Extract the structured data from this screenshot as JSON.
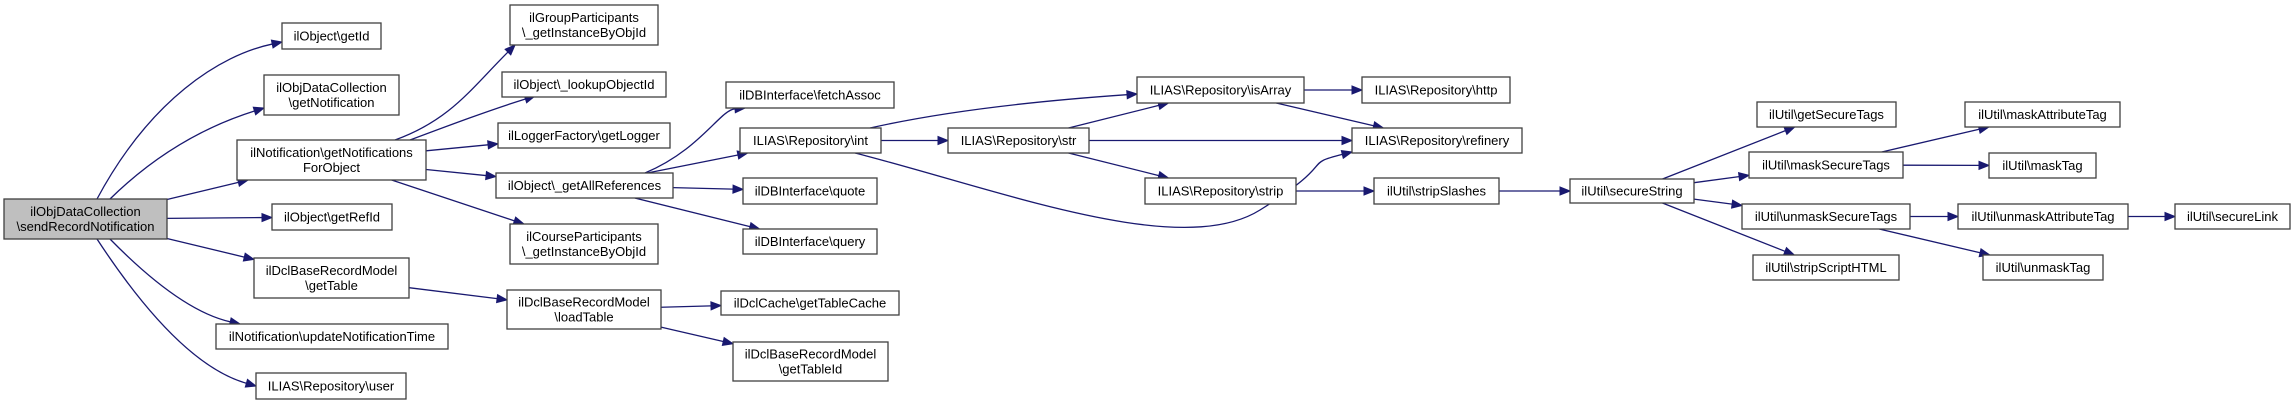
{
  "title": "Call graph of ilObjDataCollection\\sendRecordNotification",
  "colors": {
    "edge": "#191970",
    "root_fill": "#bfbfbf",
    "node_fill": "#ffffff",
    "border": "#404040"
  },
  "nodes": [
    {
      "id": "root",
      "lines": [
        "ilObjDataCollection",
        "\\sendRecordNotification"
      ],
      "root": true
    },
    {
      "id": "getId",
      "lines": [
        "ilObject\\getId"
      ]
    },
    {
      "id": "getNotification",
      "lines": [
        "ilObjDataCollection",
        "\\getNotification"
      ]
    },
    {
      "id": "getNotificationsForObject",
      "lines": [
        "ilNotification\\getNotifications",
        "ForObject"
      ]
    },
    {
      "id": "getRefId",
      "lines": [
        "ilObject\\getRefId"
      ]
    },
    {
      "id": "getTable",
      "lines": [
        "ilDclBaseRecordModel",
        "\\getTable"
      ]
    },
    {
      "id": "updateNotificationTime",
      "lines": [
        "ilNotification\\updateNotificationTime"
      ]
    },
    {
      "id": "user",
      "lines": [
        "ILIAS\\Repository\\user"
      ]
    },
    {
      "id": "grpGetInstance",
      "lines": [
        "ilGroupParticipants",
        "\\_getInstanceByObjId"
      ]
    },
    {
      "id": "lookupObjectId",
      "lines": [
        "ilObject\\_lookupObjectId"
      ]
    },
    {
      "id": "getLogger",
      "lines": [
        "ilLoggerFactory\\getLogger"
      ]
    },
    {
      "id": "getAllReferences",
      "lines": [
        "ilObject\\_getAllReferences"
      ]
    },
    {
      "id": "crsGetInstance",
      "lines": [
        "ilCourseParticipants",
        "\\_getInstanceByObjId"
      ]
    },
    {
      "id": "loadTable",
      "lines": [
        "ilDclBaseRecordModel",
        "\\loadTable"
      ]
    },
    {
      "id": "fetchAssoc",
      "lines": [
        "ilDBInterface\\fetchAssoc"
      ]
    },
    {
      "id": "int",
      "lines": [
        "ILIAS\\Repository\\int"
      ]
    },
    {
      "id": "quote",
      "lines": [
        "ilDBInterface\\quote"
      ]
    },
    {
      "id": "query",
      "lines": [
        "ilDBInterface\\query"
      ]
    },
    {
      "id": "getTableCache",
      "lines": [
        "ilDclCache\\getTableCache"
      ]
    },
    {
      "id": "getTableId",
      "lines": [
        "ilDclBaseRecordModel",
        "\\getTableId"
      ]
    },
    {
      "id": "str",
      "lines": [
        "ILIAS\\Repository\\str"
      ]
    },
    {
      "id": "isArray",
      "lines": [
        "ILIAS\\Repository\\isArray"
      ]
    },
    {
      "id": "http",
      "lines": [
        "ILIAS\\Repository\\http"
      ]
    },
    {
      "id": "refinery",
      "lines": [
        "ILIAS\\Repository\\refinery"
      ]
    },
    {
      "id": "strip",
      "lines": [
        "ILIAS\\Repository\\strip"
      ]
    },
    {
      "id": "stripSlashes",
      "lines": [
        "ilUtil\\stripSlashes"
      ]
    },
    {
      "id": "secureString",
      "lines": [
        "ilUtil\\secureString"
      ]
    },
    {
      "id": "getSecureTags",
      "lines": [
        "ilUtil\\getSecureTags"
      ]
    },
    {
      "id": "maskSecureTags",
      "lines": [
        "ilUtil\\maskSecureTags"
      ]
    },
    {
      "id": "unmaskSecureTags",
      "lines": [
        "ilUtil\\unmaskSecureTags"
      ]
    },
    {
      "id": "stripScriptHTML",
      "lines": [
        "ilUtil\\stripScriptHTML"
      ]
    },
    {
      "id": "maskAttributeTag",
      "lines": [
        "ilUtil\\maskAttributeTag"
      ]
    },
    {
      "id": "maskTag",
      "lines": [
        "ilUtil\\maskTag"
      ]
    },
    {
      "id": "unmaskAttributeTag",
      "lines": [
        "ilUtil\\unmaskAttributeTag"
      ]
    },
    {
      "id": "secureLink",
      "lines": [
        "ilUtil\\secureLink"
      ]
    },
    {
      "id": "unmaskTag",
      "lines": [
        "ilUtil\\unmaskTag"
      ]
    }
  ],
  "edges": [
    [
      "root",
      "getId"
    ],
    [
      "root",
      "getNotification"
    ],
    [
      "root",
      "getNotificationsForObject"
    ],
    [
      "root",
      "getRefId"
    ],
    [
      "root",
      "getTable"
    ],
    [
      "root",
      "updateNotificationTime"
    ],
    [
      "root",
      "user"
    ],
    [
      "getNotificationsForObject",
      "grpGetInstance"
    ],
    [
      "getNotificationsForObject",
      "lookupObjectId"
    ],
    [
      "getNotificationsForObject",
      "getLogger"
    ],
    [
      "getNotificationsForObject",
      "getAllReferences"
    ],
    [
      "getNotificationsForObject",
      "crsGetInstance"
    ],
    [
      "getTable",
      "loadTable"
    ],
    [
      "getAllReferences",
      "fetchAssoc"
    ],
    [
      "getAllReferences",
      "int"
    ],
    [
      "getAllReferences",
      "quote"
    ],
    [
      "getAllReferences",
      "query"
    ],
    [
      "loadTable",
      "getTableCache"
    ],
    [
      "loadTable",
      "getTableId"
    ],
    [
      "int",
      "str"
    ],
    [
      "int",
      "isArray"
    ],
    [
      "int",
      "refinery"
    ],
    [
      "str",
      "isArray"
    ],
    [
      "str",
      "refinery"
    ],
    [
      "str",
      "strip"
    ],
    [
      "isArray",
      "http"
    ],
    [
      "isArray",
      "refinery"
    ],
    [
      "strip",
      "stripSlashes"
    ],
    [
      "stripSlashes",
      "secureString"
    ],
    [
      "secureString",
      "getSecureTags"
    ],
    [
      "secureString",
      "maskSecureTags"
    ],
    [
      "secureString",
      "unmaskSecureTags"
    ],
    [
      "secureString",
      "stripScriptHTML"
    ],
    [
      "maskSecureTags",
      "maskAttributeTag"
    ],
    [
      "maskSecureTags",
      "maskTag"
    ],
    [
      "unmaskSecureTags",
      "unmaskAttributeTag"
    ],
    [
      "unmaskSecureTags",
      "unmaskTag"
    ],
    [
      "unmaskAttributeTag",
      "secureLink"
    ]
  ]
}
